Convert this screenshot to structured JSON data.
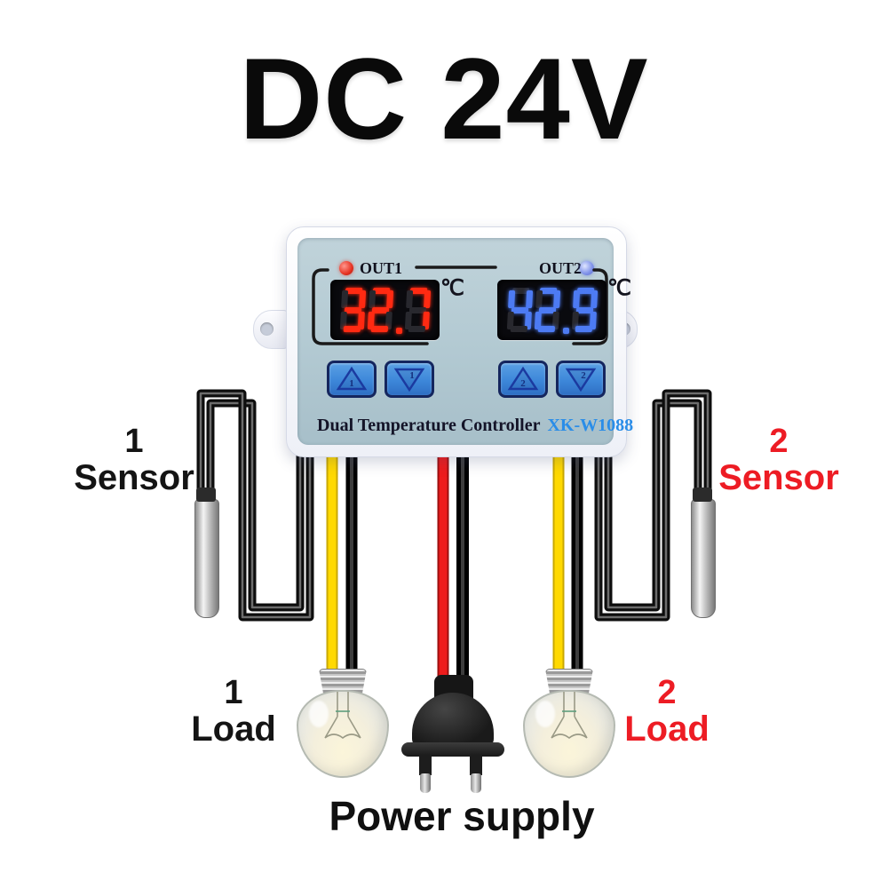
{
  "title": "DC 24V",
  "device": {
    "out1_label": "OUT1",
    "out2_label": "OUT2",
    "display1": {
      "value": "32.7",
      "unit": "℃"
    },
    "display2": {
      "value": "42.9",
      "unit": "℃"
    },
    "buttons": [
      {
        "direction": "up",
        "number": "1"
      },
      {
        "direction": "down",
        "number": "1"
      },
      {
        "direction": "up",
        "number": "2"
      },
      {
        "direction": "down",
        "number": "2"
      }
    ],
    "name": "Dual Temperature Controller",
    "model": "XK-W1088"
  },
  "annotations": {
    "sensor1": {
      "number": "1",
      "label": "Sensor",
      "color": "#141414"
    },
    "sensor2": {
      "number": "2",
      "label": "Sensor",
      "color": "#ed1c24"
    },
    "load1": {
      "number": "1",
      "label": "Load",
      "color": "#141414"
    },
    "load2": {
      "number": "2",
      "label": "Load",
      "color": "#ed1c24"
    },
    "power_supply": "Power supply"
  },
  "colors": {
    "digit_red": "#ff2a12",
    "digit_blue": "#4d7bf3",
    "led_out1_red": "#e63222",
    "led_out2_blue": "#8496ea",
    "button_blue": "#3d87d9",
    "model_blue": "#2a8de8",
    "wire_yellow": "#ffd900",
    "wire_red": "#ee1c1c",
    "wire_black": "#141414",
    "annotation_red": "#ed1c24",
    "panel_gray_blue": "#b2c9d2"
  }
}
